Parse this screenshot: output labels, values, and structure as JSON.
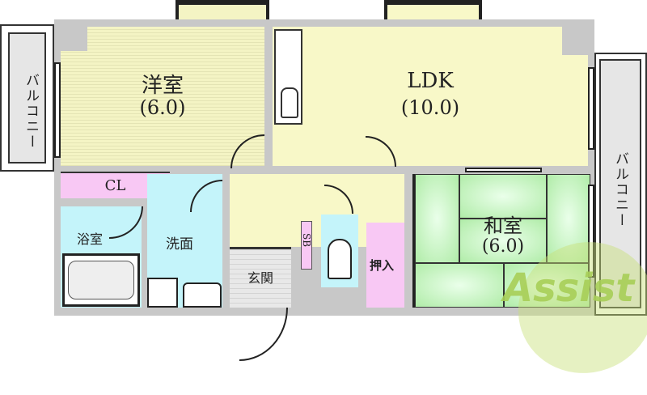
{
  "rooms": {
    "western": {
      "name": "洋室",
      "size": "(6.0)"
    },
    "ldk": {
      "name": "LDK",
      "size": "(10.0)"
    },
    "japanese": {
      "name": "和室",
      "size": "(6.0)"
    },
    "closet": "CL",
    "bath": "浴室",
    "washroom": "洗面",
    "entrance": "玄関",
    "shoe_box": "SB",
    "oshiire": "押入"
  },
  "balcony_left": "バルコニー",
  "balcony_right": "バルコニー",
  "watermark": "Assist",
  "colors": {
    "western": "#f4f4c4",
    "ldk": "#f8f8c8",
    "japanese": "#b8f0b0",
    "wet": "#c4f4fa",
    "storage": "#f8c8f4",
    "wall": "#c8c8c8"
  }
}
